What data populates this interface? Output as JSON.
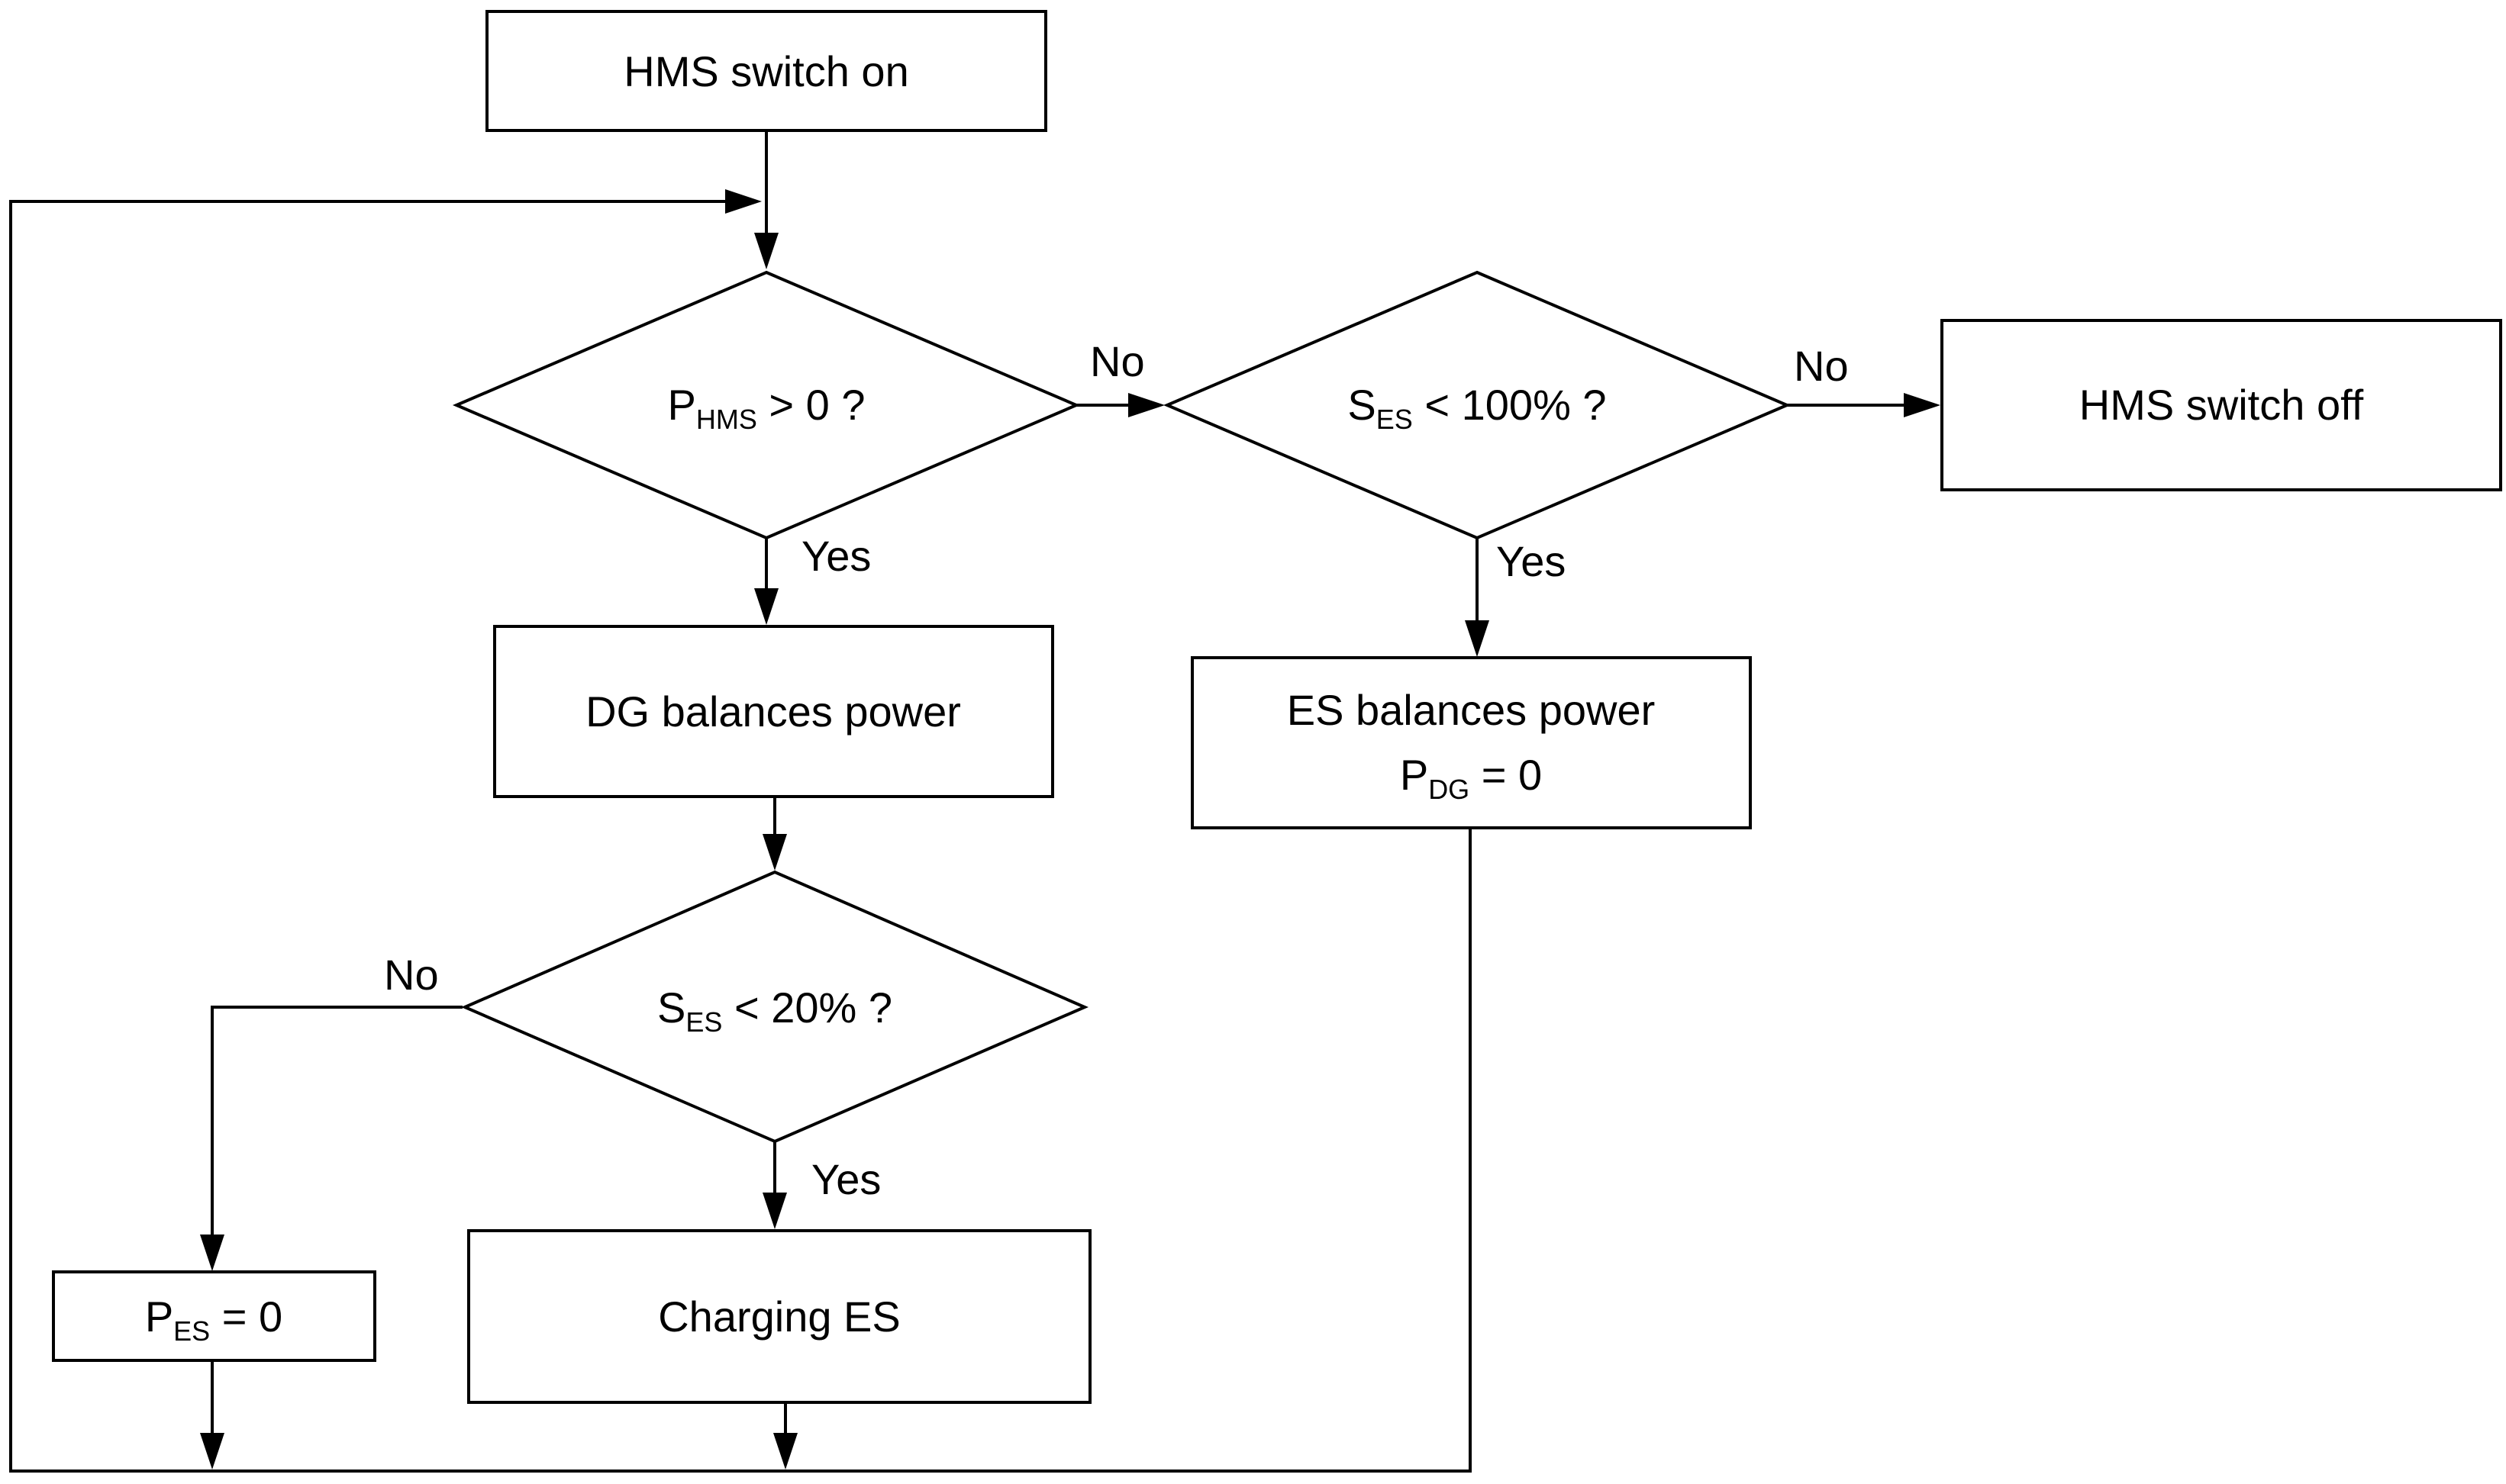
{
  "nodes": {
    "start": {
      "text": "HMS switch on"
    },
    "d1": {
      "p": "P",
      "sub": "HMS",
      "rest": " >  0 ?"
    },
    "d2": {
      "p": "S",
      "sub": "ES",
      "rest": " <  100% ?"
    },
    "off": {
      "text": "HMS switch off"
    },
    "dg": {
      "text": "DG balances power"
    },
    "es": {
      "line1": "ES balances power",
      "p": "P",
      "sub": "DG",
      "rest": " = 0"
    },
    "d3": {
      "p": "S",
      "sub": "ES",
      "rest": " <  20% ?"
    },
    "pes": {
      "p": "P",
      "sub": "ES",
      "rest": " =  0"
    },
    "charge": {
      "text": "Charging ES"
    }
  },
  "edges": {
    "d1_no": "No",
    "d1_yes": "Yes",
    "d2_no": "No",
    "d2_yes": "Yes",
    "d3_no": "No",
    "d3_yes": "Yes"
  }
}
